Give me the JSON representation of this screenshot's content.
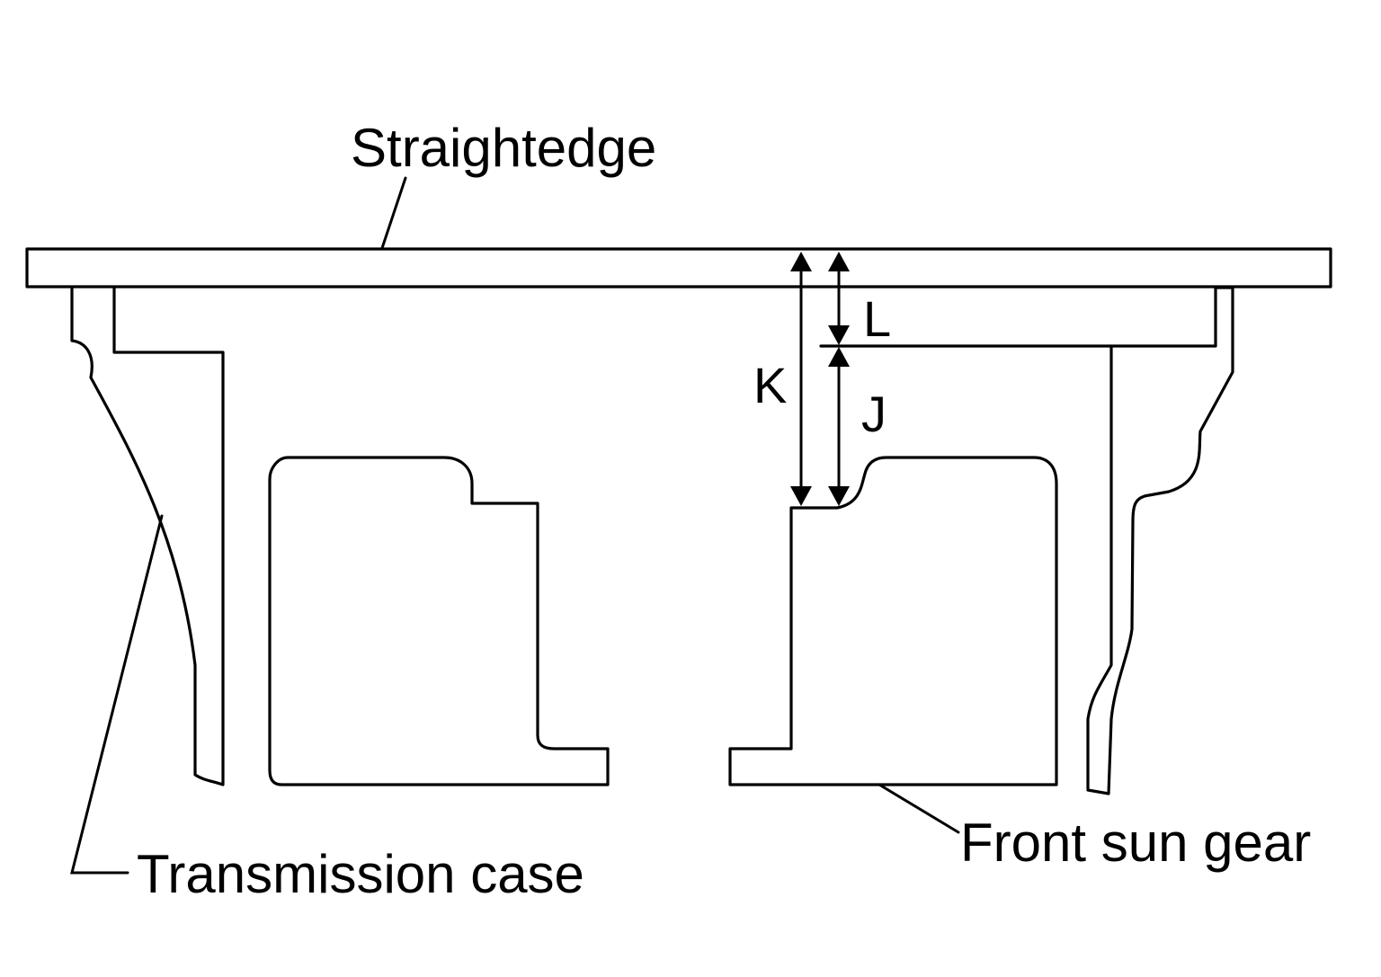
{
  "labels": {
    "straightedge": "Straightedge",
    "transmission_case": "Transmission case",
    "front_sun_gear": "Front sun gear"
  },
  "dimensions": {
    "k": "K",
    "l": "L",
    "j": "J"
  }
}
